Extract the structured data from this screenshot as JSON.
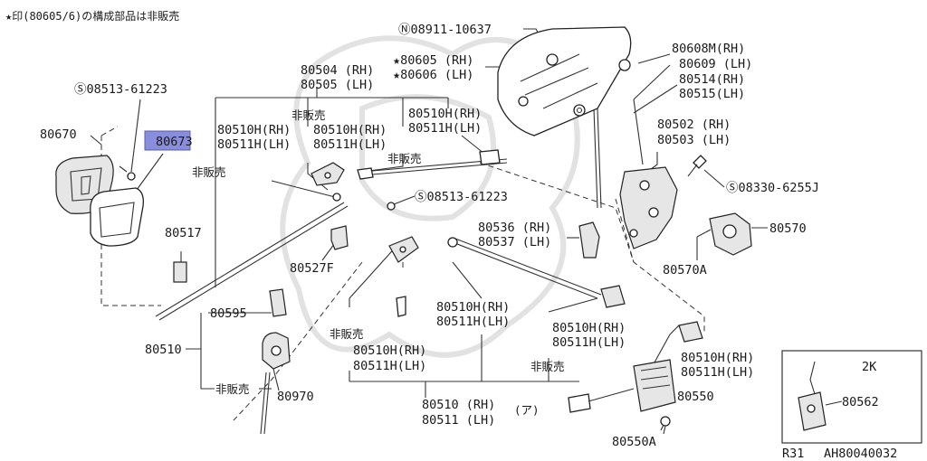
{
  "note": "★印(80605/6)の構成部品は非販売",
  "labels": {
    "n08911": "Ⓝ08911-10637",
    "p80605": "★80605 (RH)",
    "p80606": "★80606 (LH)",
    "p80608": "80608M(RH)",
    "p80609": "80609 (LH)",
    "p80514": "80514(RH)",
    "p80515": "80515(LH)",
    "p80504": "80504 (RH)",
    "p80505": "80505 (LH)",
    "s08513a": "Ⓢ08513-61223",
    "p80670": "80670",
    "p80673": "80673",
    "hihanbai1": "非販売",
    "hihanbai2": "非販売",
    "hihanbai3": "非販売",
    "hihanbai4": "非販売",
    "hihanbai5": "非販売",
    "hihanbai6": "非販売",
    "a80510": "80510H(RH)",
    "a80511": "80511H(LH)",
    "b80510": "80510H(RH)",
    "b80511": "80511H(LH)",
    "c80510": "80510H(RH)",
    "c80511": "80511H(LH)",
    "p80502": "80502 (RH)",
    "p80503": "80503 (LH)",
    "s08330": "Ⓢ08330-6255J",
    "s08513b": "Ⓢ08513-61223",
    "p80536": "80536 (RH)",
    "p80537": "80537 (LH)",
    "p80570": "80570",
    "p80570a": "80570A",
    "p80517": "80517",
    "p80527f": "80527F",
    "d80510": "80510H(RH)",
    "d80511": "80511H(LH)",
    "e80510": "80510H(RH)",
    "e80511": "80511H(LH)",
    "f80510": "80510H(RH)",
    "f80511": "80511H(LH)",
    "g80510": "80510H(RH)",
    "g80511": "80511H(LH)",
    "p80595": "80595",
    "p80510": "80510",
    "p80970": "80970",
    "p80550": "80550",
    "p80550a": "80550A",
    "b80510rh": "80510 (RH)",
    "b80511lh": "80511 (LH)",
    "suffix_a": "(ア)",
    "inset_2k": "2K",
    "p80562": "80562",
    "footer_r31": "R31",
    "footer_code": "AH80040032"
  },
  "colors": {
    "highlight": "#8a8ddc",
    "line": "#333333"
  }
}
